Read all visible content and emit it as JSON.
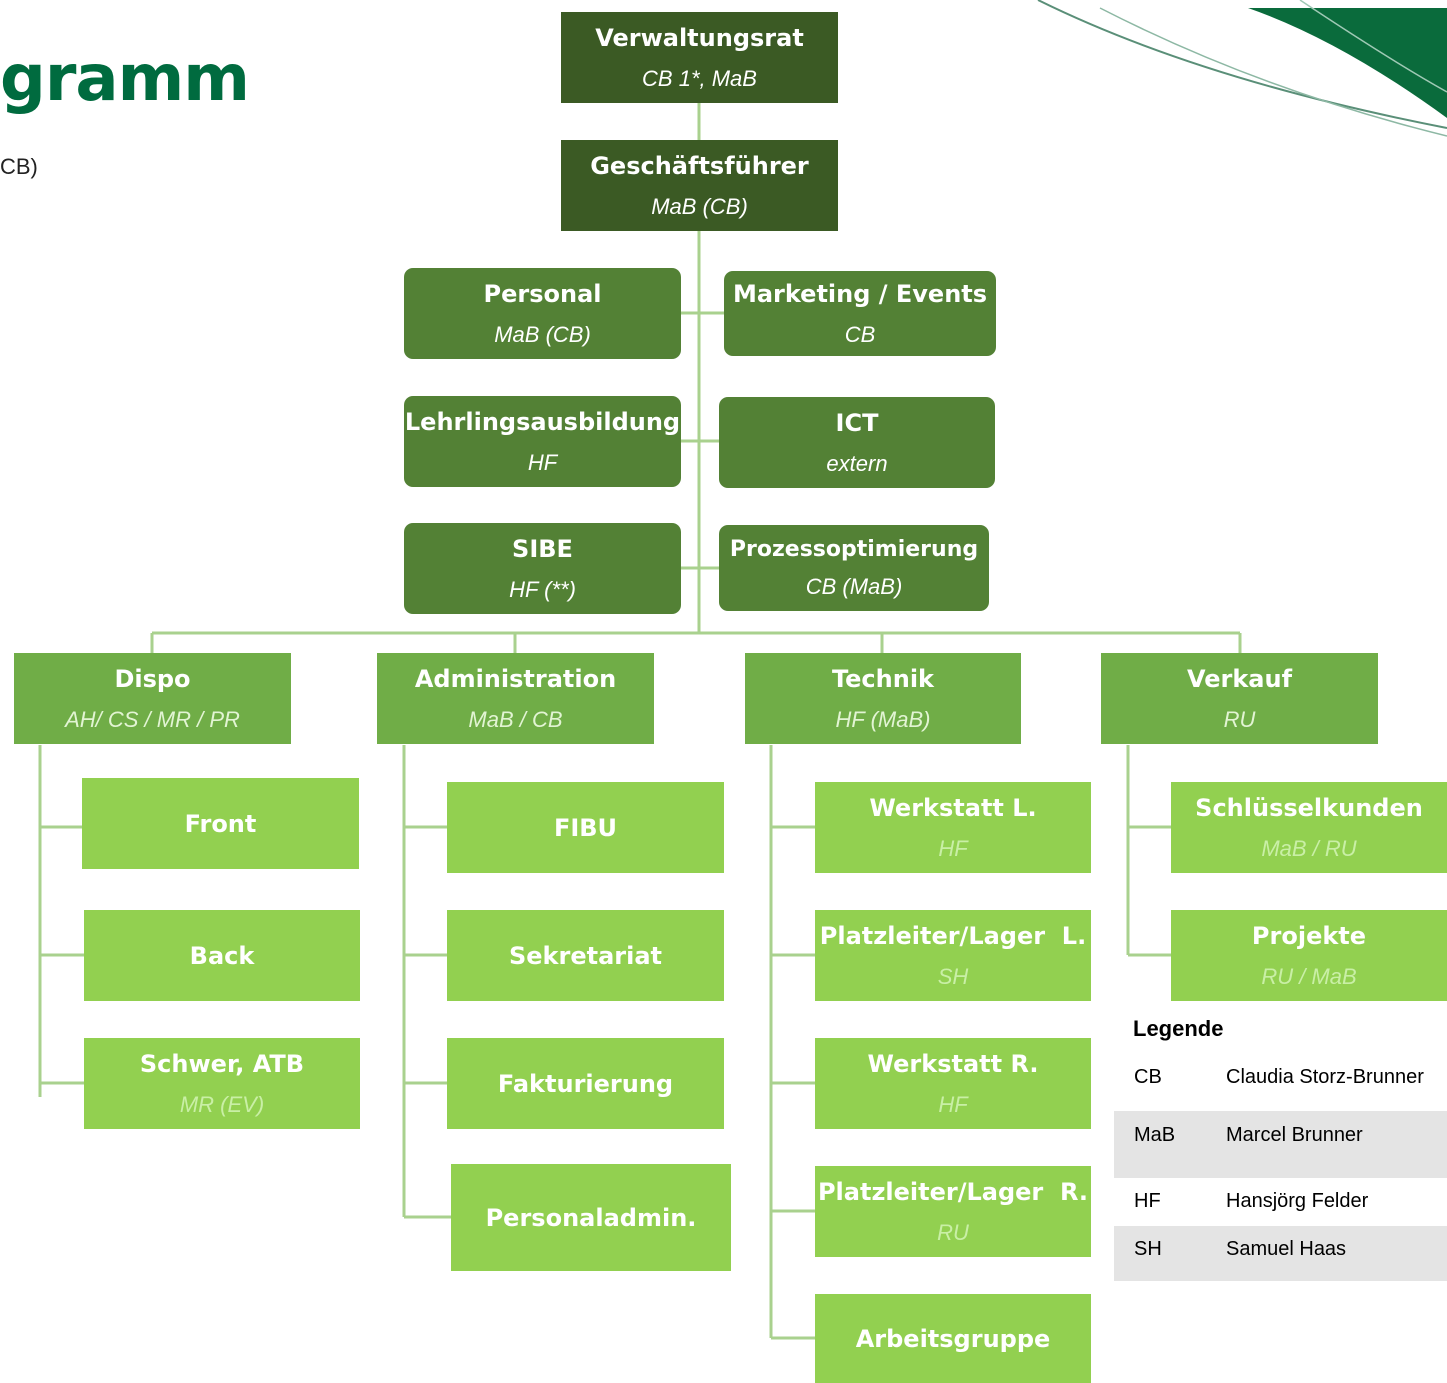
{
  "header": {
    "title": "gramm",
    "subtitle": "CB)"
  },
  "top": [
    {
      "name": "Verwaltungsrat",
      "who": "CB 1*, MaB"
    },
    {
      "name": "Geschäftsführer",
      "who": "MaB  (CB)"
    }
  ],
  "staff": [
    {
      "name": "Personal",
      "who": "MaB (CB)"
    },
    {
      "name": "Marketing / Events",
      "who": "CB"
    },
    {
      "name": "Lehrlingsausbildung",
      "who": "HF"
    },
    {
      "name": "ICT",
      "who": "extern"
    },
    {
      "name": "SIBE",
      "who": "HF  (**)"
    },
    {
      "name": "Prozessoptimierung",
      "who": "CB (MaB)"
    }
  ],
  "departments": [
    {
      "name": "Dispo",
      "who": "AH/ CS / MR / PR",
      "units": [
        {
          "name": "Front"
        },
        {
          "name": "Back"
        },
        {
          "name": "Schwer, ATB",
          "who": "MR (EV)"
        }
      ]
    },
    {
      "name": "Administration",
      "who": "MaB / CB",
      "units": [
        {
          "name": "FIBU"
        },
        {
          "name": "Sekretariat"
        },
        {
          "name": "Fakturierung"
        },
        {
          "name": "Personaladmin."
        }
      ]
    },
    {
      "name": "Technik",
      "who": "HF (MaB)",
      "units": [
        {
          "name": "Werkstatt L.",
          "who": "HF"
        },
        {
          "name": "Platzleiter/Lager  L.",
          "who": "SH"
        },
        {
          "name": "Werkstatt R.",
          "who": "HF"
        },
        {
          "name": "Platzleiter/Lager  R.",
          "who": "RU"
        },
        {
          "name": "Arbeitsgruppe"
        }
      ]
    },
    {
      "name": "Verkauf",
      "who": "RU",
      "units": [
        {
          "name": "Schlüsselkunden",
          "who": "MaB / RU"
        },
        {
          "name": "Projekte",
          "who": "RU / MaB"
        }
      ]
    }
  ],
  "legend": {
    "title": "Legende",
    "rows": [
      {
        "abbr": "CB",
        "name": "Claudia  Storz-Brunner"
      },
      {
        "abbr": "MaB",
        "name": "Marcel Brunner"
      },
      {
        "abbr": "HF",
        "name": "Hansjörg Felder"
      },
      {
        "abbr": "SH",
        "name": "Samuel Haas"
      }
    ]
  }
}
